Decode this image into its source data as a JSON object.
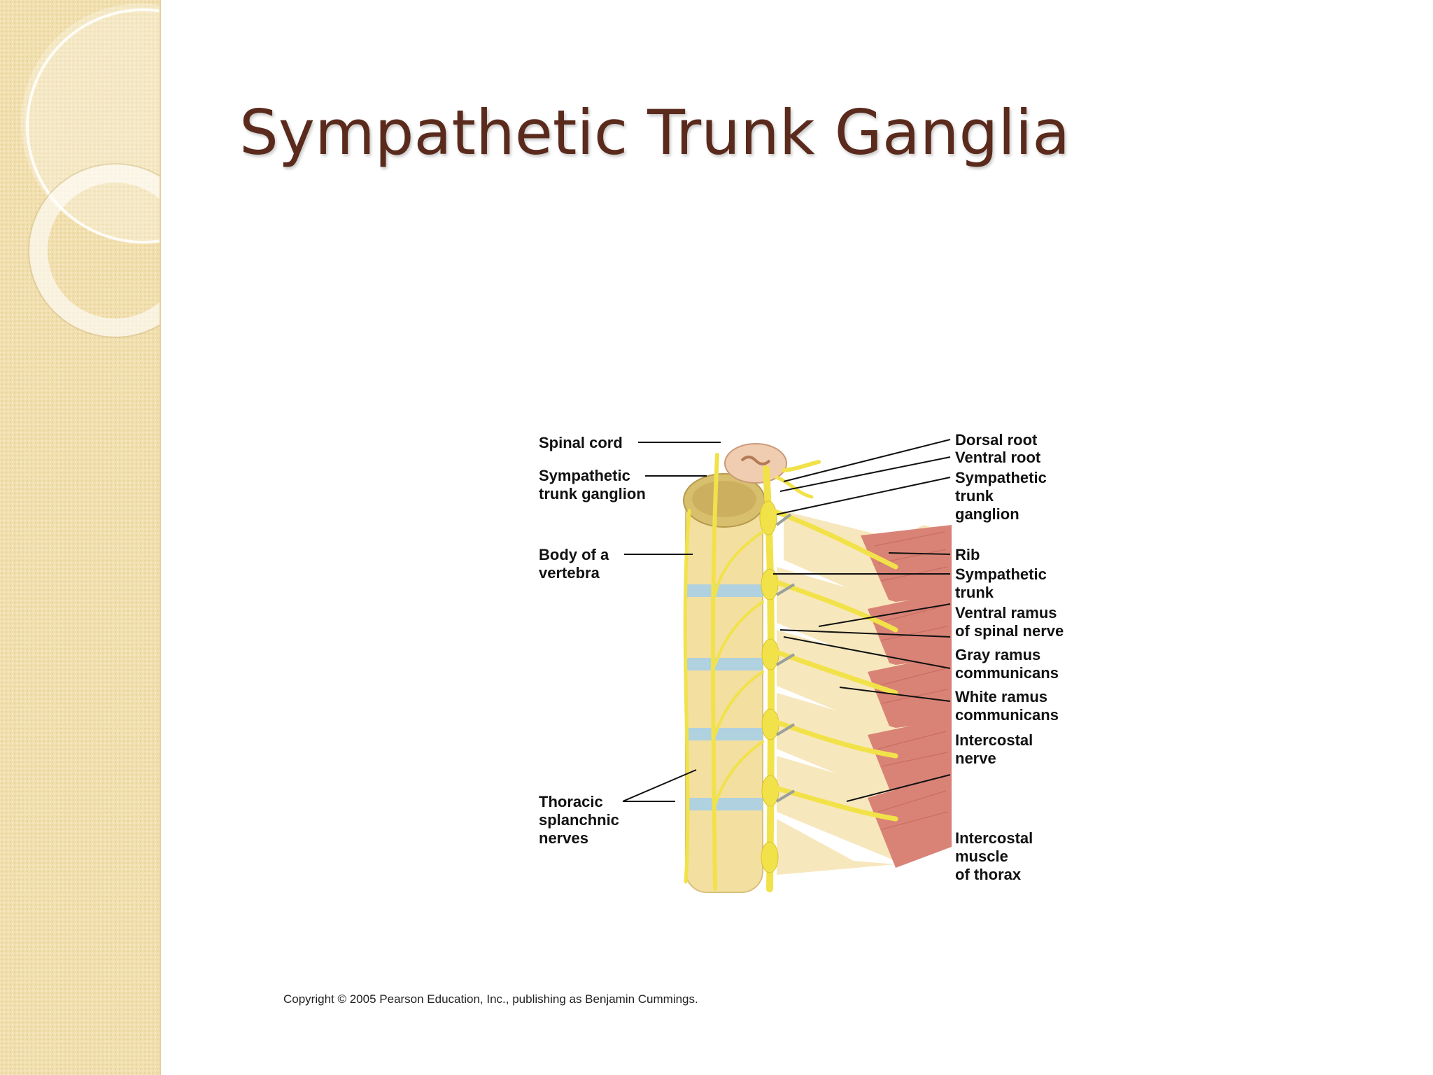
{
  "slide": {
    "title": "Sympathetic Trunk Ganglia",
    "copyright": "Copyright © 2005 Pearson Education, Inc., publishing as Benjamin Cummings."
  },
  "figure": {
    "left_labels": {
      "spinal_cord": [
        "Spinal cord"
      ],
      "sympathetic_trunk_ganglion": [
        "Sympathetic",
        "trunk ganglion"
      ],
      "body_of_vertebra": [
        "Body of a",
        "vertebra"
      ],
      "thoracic_splanchnic_nerves": [
        "Thoracic",
        "splanchnic",
        "nerves"
      ]
    },
    "right_labels": {
      "dorsal_root": [
        "Dorsal root"
      ],
      "ventral_root": [
        "Ventral root"
      ],
      "sympathetic_trunk_ganglion": [
        "Sympathetic",
        "trunk",
        "ganglion"
      ],
      "rib": [
        "Rib"
      ],
      "sympathetic_trunk": [
        "Sympathetic",
        "trunk"
      ],
      "ventral_ramus": [
        "Ventral ramus",
        "of spinal nerve"
      ],
      "gray_ramus": [
        "Gray ramus",
        "communicans"
      ],
      "white_ramus": [
        "White ramus",
        "communicans"
      ],
      "intercostal_nerve": [
        "Intercostal",
        "nerve"
      ],
      "intercostal_muscle": [
        "Intercostal",
        "muscle",
        "of thorax"
      ]
    }
  },
  "colors": {
    "title": "#5a2a1c",
    "panel": "#f1dfae",
    "nerve": "#f2e24a",
    "bone": "#f3dfa0",
    "disc": "#a9cfe6",
    "muscle": "#d98377"
  }
}
